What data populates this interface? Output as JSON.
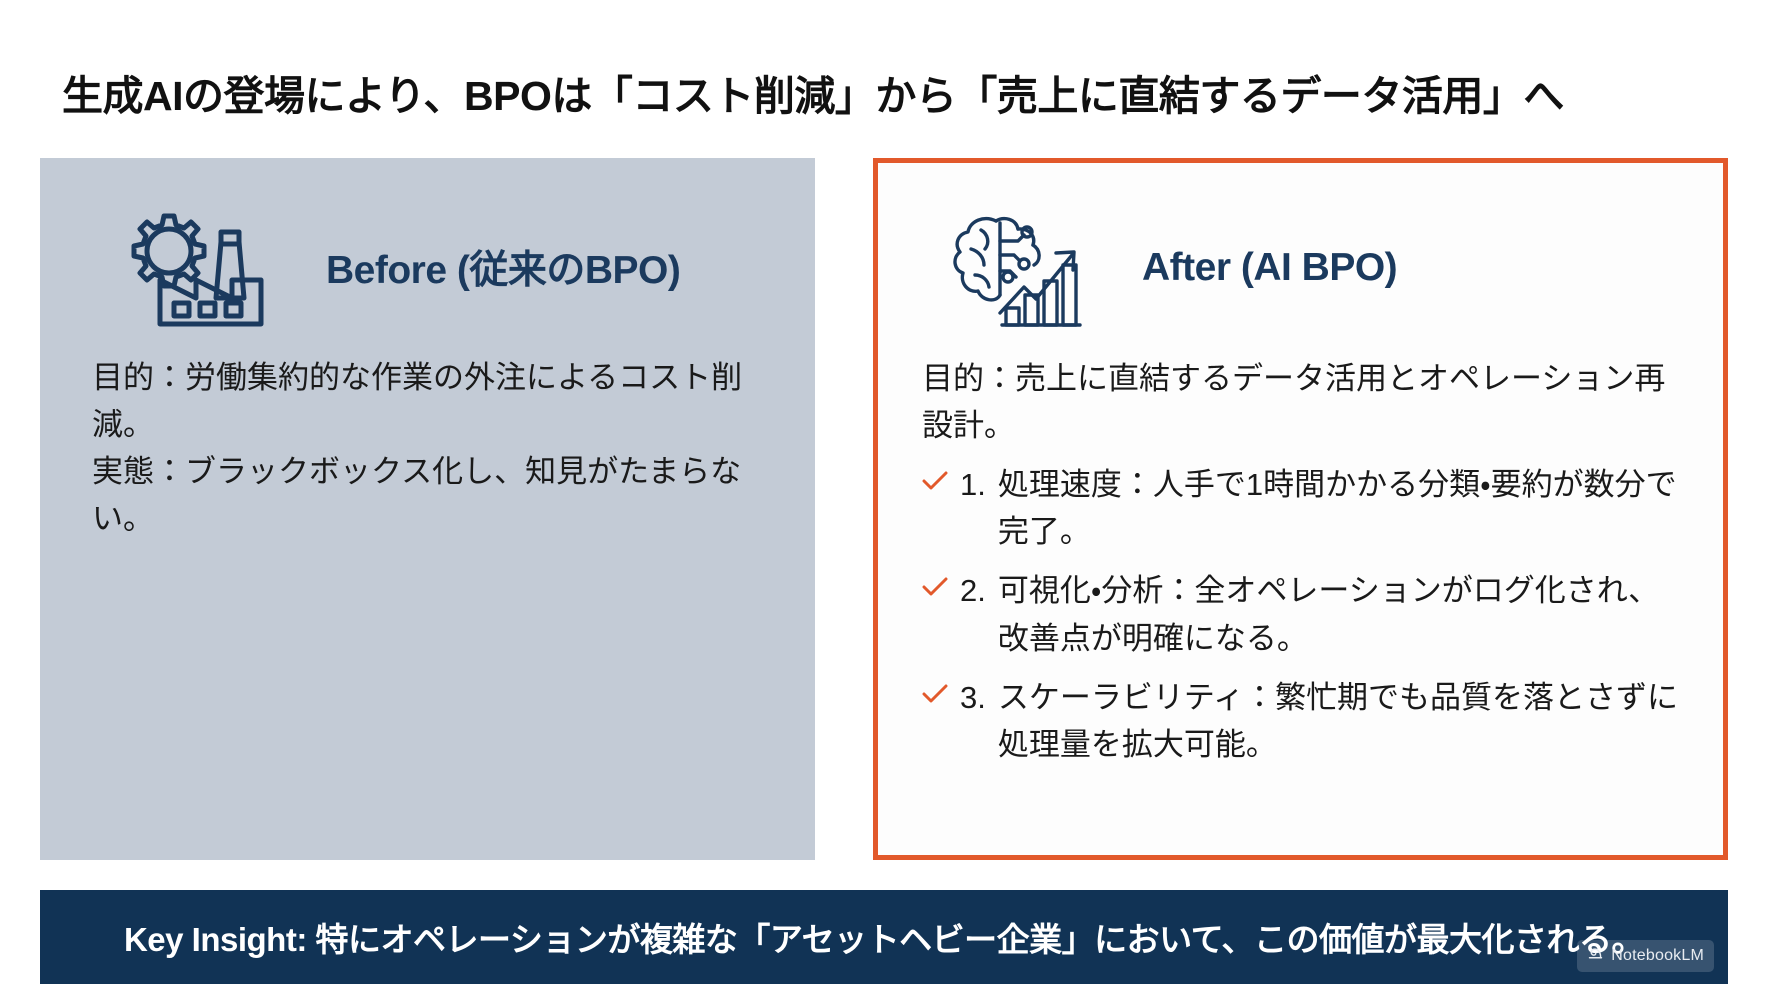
{
  "slide": {
    "title": "生成AIの登場により、BPOは「コスト削減」から「売上に直結するデータ活用」へ"
  },
  "panels": {
    "before": {
      "icon": "factory-gear-icon",
      "title": "Before (従来のBPO)",
      "background_color": "#c3cbd6",
      "lines": [
        "目的：労働集約的な作業の外注によるコスト削減。",
        "実態：ブラックボックス化し、知見がたまらない。"
      ]
    },
    "after": {
      "icon": "brain-growth-chart-icon",
      "title": "After (AI BPO)",
      "border_color": "#e2592b",
      "background_color": "#fdfdfd",
      "lead": "目的：売上に直結するデータ活用とオペレーション再設計。",
      "items": [
        {
          "check": "check-icon",
          "number": "1.",
          "text": "処理速度：人手で1時間かかる分類・要約が数分で完了。"
        },
        {
          "check": "check-icon",
          "number": "2.",
          "text": "可視化・分析：全オペレーションがログ化され、改善点が明確になる。"
        },
        {
          "check": "check-icon",
          "number": "3.",
          "text": "スケーラビリティ：繁忙期でも品質を落とさずに処理量を拡大可能。"
        }
      ]
    }
  },
  "key_insight": {
    "text": "Key Insight: 特にオペレーションが複雑な「アセットヘビー企業」において、この価値が最大化される。",
    "background_color": "#113355",
    "text_color": "#ffffff"
  },
  "watermark": {
    "icon": "notebooklm-spiral-icon",
    "label": "NotebookLM"
  },
  "theme": {
    "title_color": "#111111",
    "heading_color": "#1b3a5e",
    "accent_color": "#e2592b"
  }
}
